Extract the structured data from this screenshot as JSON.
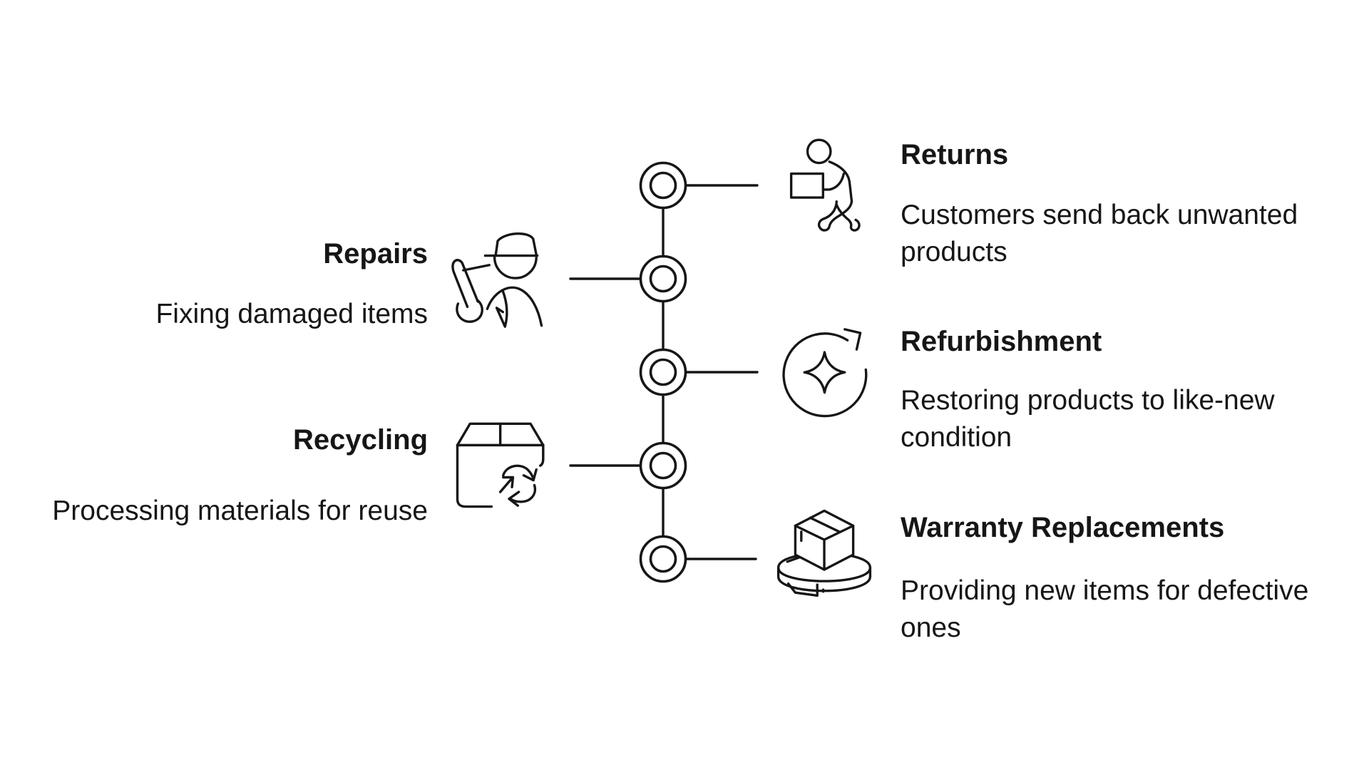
{
  "diagram": {
    "type": "vertical-timeline-infographic",
    "node_count": 5,
    "colors": {
      "stroke": "#161616",
      "text": "#161616",
      "background": "#ffffff"
    },
    "items": [
      {
        "id": "returns",
        "side": "right",
        "title": "Returns",
        "description": "Customers send back unwanted\nproducts",
        "icon": "person-carrying-box-icon"
      },
      {
        "id": "repairs",
        "side": "left",
        "title": "Repairs",
        "description": "Fixing damaged items",
        "icon": "worker-with-wrench-icon"
      },
      {
        "id": "refurbishment",
        "side": "right",
        "title": "Refurbishment",
        "description": "Restoring products to like-new\ncondition",
        "icon": "refresh-sparkle-icon"
      },
      {
        "id": "recycling",
        "side": "left",
        "title": "Recycling",
        "description": "Processing materials for reuse",
        "icon": "box-with-recycle-arrows-icon"
      },
      {
        "id": "warranty_replacements",
        "side": "right",
        "title": "Warranty Replacements",
        "description": "Providing new items for defective\nones",
        "icon": "box-on-platform-icon"
      }
    ]
  }
}
